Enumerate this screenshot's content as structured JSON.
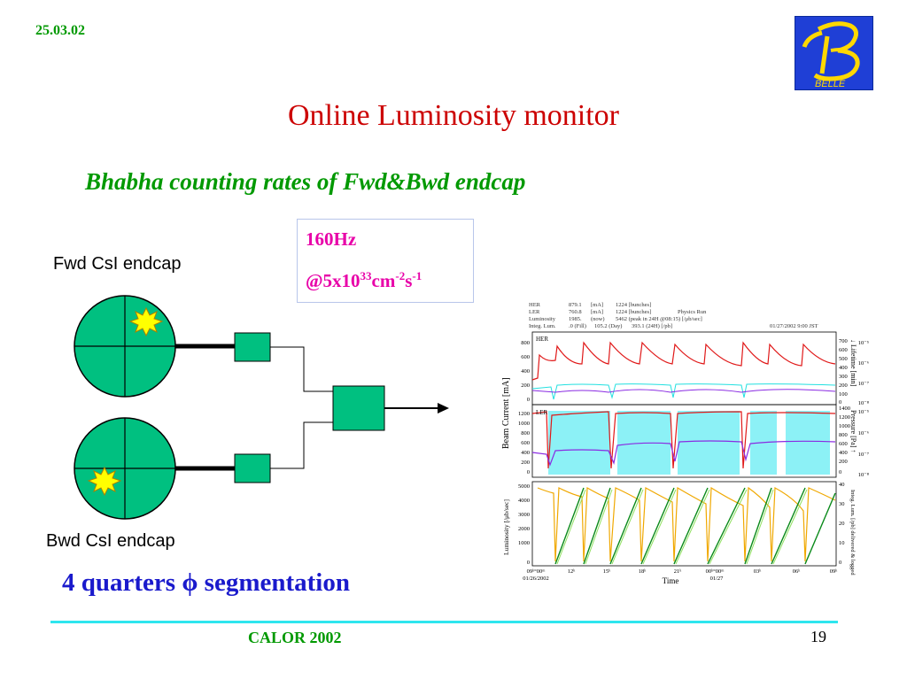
{
  "header": {
    "date": "25.03.02"
  },
  "logo": {
    "label": "BELLE",
    "icon": "belle-b-logo-icon"
  },
  "title": "Online Luminosity monitor",
  "subtitle": "Bhabha counting rates of Fwd&Bwd endcap",
  "rate_box": {
    "freq": "160Hz",
    "lumi_prefix": "@5x10",
    "lumi_exp": "33",
    "unit_cm": "cm",
    "cm_exp": "-2",
    "unit_s": "s",
    "s_exp": "-1"
  },
  "diagram": {
    "fwd_label": "Fwd CsI endcap",
    "bwd_label": "Bwd CsI endcap",
    "segmentation": "4 quarters ϕ segmentation"
  },
  "plot": {
    "info": [
      [
        "HER",
        "879.1",
        "[mA]",
        "1224 [bunches]"
      ],
      [
        "LER",
        "760.8",
        "[mA]",
        "1224 [bunches]"
      ],
      [
        "Luminosity",
        "1985.",
        "(now)",
        "5462  (peak in 24H @08:15) [/μb/sec]"
      ],
      [
        "Integ. Lum.",
        ".0 (Fill)",
        "105.2 (Day)",
        "393.1 (24H) [/pb]"
      ]
    ],
    "run_type": "Physics Run",
    "timestamp": "01/27/2002 9:00 JST",
    "her_label": "HER",
    "ler_label": "LER",
    "beam_current_label": "Beam Current [mA]",
    "luminosity_label": "Luminosity [/μb/sec]",
    "lifetime_label": "↓ Lifetime [min]",
    "pressure_label": "Pressure [Pa] ↑",
    "integ_label": "Integ. Lum. [/pb] delivered & logged",
    "her_ticks": [
      "800",
      "600",
      "400",
      "200",
      "0"
    ],
    "ler_ticks": [
      "1200",
      "1000",
      "800",
      "600",
      "400",
      "200",
      "0"
    ],
    "lum_ticks": [
      "5000",
      "4000",
      "3000",
      "2000",
      "1000",
      "0"
    ],
    "lifetime_ticks": [
      "700",
      "600",
      "500",
      "400",
      "300",
      "200",
      "100",
      "0"
    ],
    "pressure_ticks": [
      "1400",
      "1200",
      "1000",
      "800",
      "600",
      "400",
      "200",
      "0"
    ],
    "integ_ticks": [
      "40",
      "30",
      "20",
      "10",
      "0"
    ],
    "her_exp_ticks": [
      "10⁻⁵",
      "10⁻⁶",
      "10⁻⁷",
      "10⁻⁸"
    ],
    "ler_exp_ticks": [
      "10⁻⁵",
      "10⁻⁶",
      "10⁻⁷",
      "10⁻⁸"
    ],
    "time_ticks": [
      "09ʰ°00ᵐ",
      "12ʰ",
      "15ʰ",
      "18ʰ",
      "21ʰ",
      "00ʰ°00ᵐ",
      "03ʰ",
      "06ʰ",
      "09ʰ"
    ],
    "date_start": "01/26/2002",
    "date_end": "01/27",
    "time_label": "Time"
  },
  "footer": {
    "conference": "CALOR 2002",
    "page": "19"
  },
  "colors": {
    "title": "#cc0000",
    "green": "#009900",
    "magenta": "#e800a8",
    "blue_text": "#1a1acc",
    "endcap_fill": "#00c080",
    "line": "#2ee6ee"
  }
}
